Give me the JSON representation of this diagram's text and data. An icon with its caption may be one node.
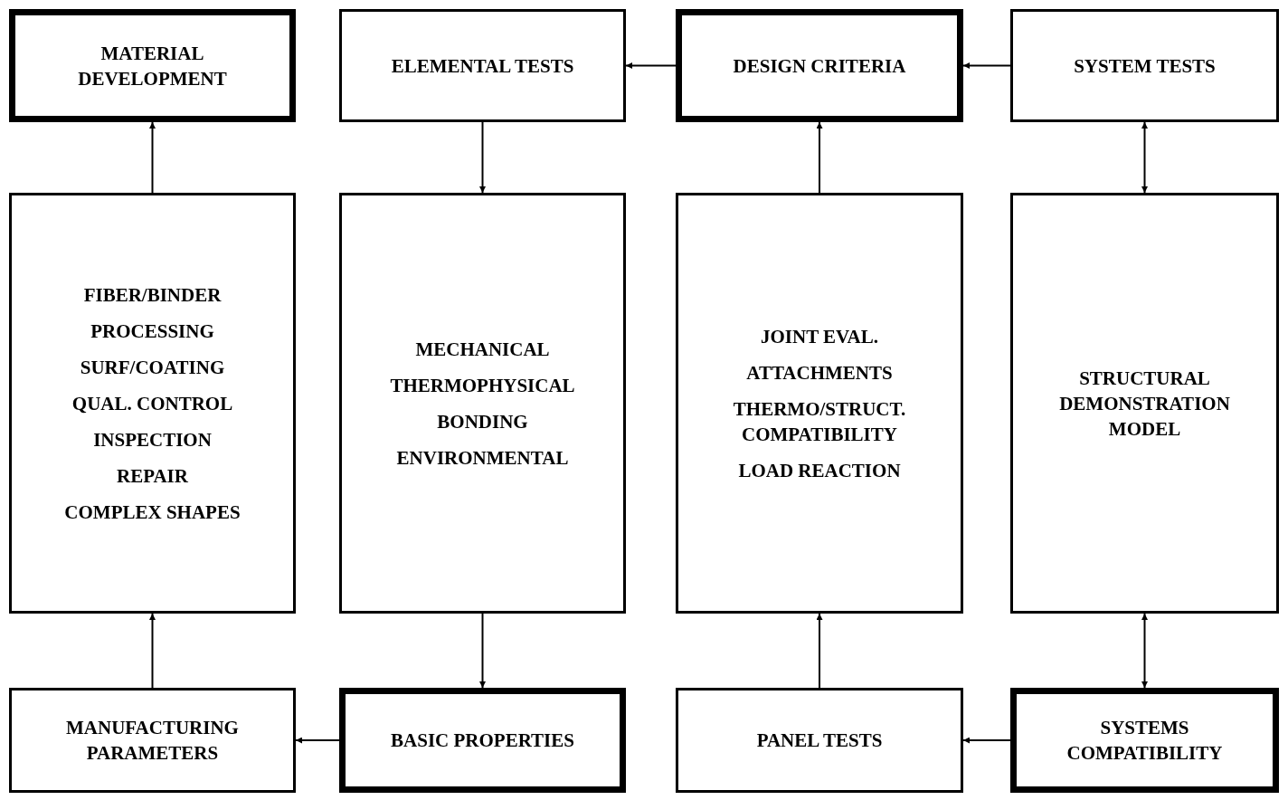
{
  "diagram": {
    "nodes": [
      {
        "text": [
          "MATERIAL DEVELOPMENT"
        ]
      },
      {
        "text": [
          "ELEMENTAL TESTS"
        ]
      },
      {
        "text": [
          "DESIGN CRITERIA"
        ]
      },
      {
        "text": [
          "SYSTEM TESTS"
        ]
      },
      {
        "text": [
          "FIBER/BINDER",
          "PROCESSING",
          "SURF/COATING",
          "QUAL. CONTROL",
          "INSPECTION",
          "REPAIR",
          "COMPLEX SHAPES"
        ]
      },
      {
        "text": [
          "MECHANICAL",
          "THERMOPHYSICAL",
          "BONDING",
          "ENVIRONMENTAL"
        ]
      },
      {
        "text": [
          "JOINT EVAL.",
          "ATTACHMENTS",
          "THERMO/STRUCT. COMPATIBILITY",
          "LOAD REACTION"
        ]
      },
      {
        "text": [
          "STRUCTURAL DEMONSTRATION MODEL"
        ]
      },
      {
        "text": [
          "MANUFACTURING PARAMETERS"
        ]
      },
      {
        "text": [
          "BASIC PROPERTIES"
        ]
      },
      {
        "text": [
          "PANEL TESTS"
        ]
      },
      {
        "text": [
          "SYSTEMS COMPATIBILITY"
        ]
      }
    ],
    "edges": [
      {
        "from": 4,
        "to": 0,
        "arrow": "to"
      },
      {
        "from": 2,
        "to": 1,
        "arrow": "to"
      },
      {
        "from": 3,
        "to": 2,
        "arrow": "to"
      },
      {
        "from": 1,
        "to": 5,
        "arrow": "to"
      },
      {
        "from": 6,
        "to": 2,
        "arrow": "to"
      },
      {
        "from": 3,
        "to": 7,
        "arrow": "both"
      },
      {
        "from": 5,
        "to": 9,
        "arrow": "to"
      },
      {
        "from": 8,
        "to": 4,
        "arrow": "to"
      },
      {
        "from": 9,
        "to": 8,
        "arrow": "to"
      },
      {
        "from": 10,
        "to": 6,
        "arrow": "to"
      },
      {
        "from": 7,
        "to": 11,
        "arrow": "both"
      },
      {
        "from": 11,
        "to": 10,
        "arrow": "to"
      }
    ]
  }
}
